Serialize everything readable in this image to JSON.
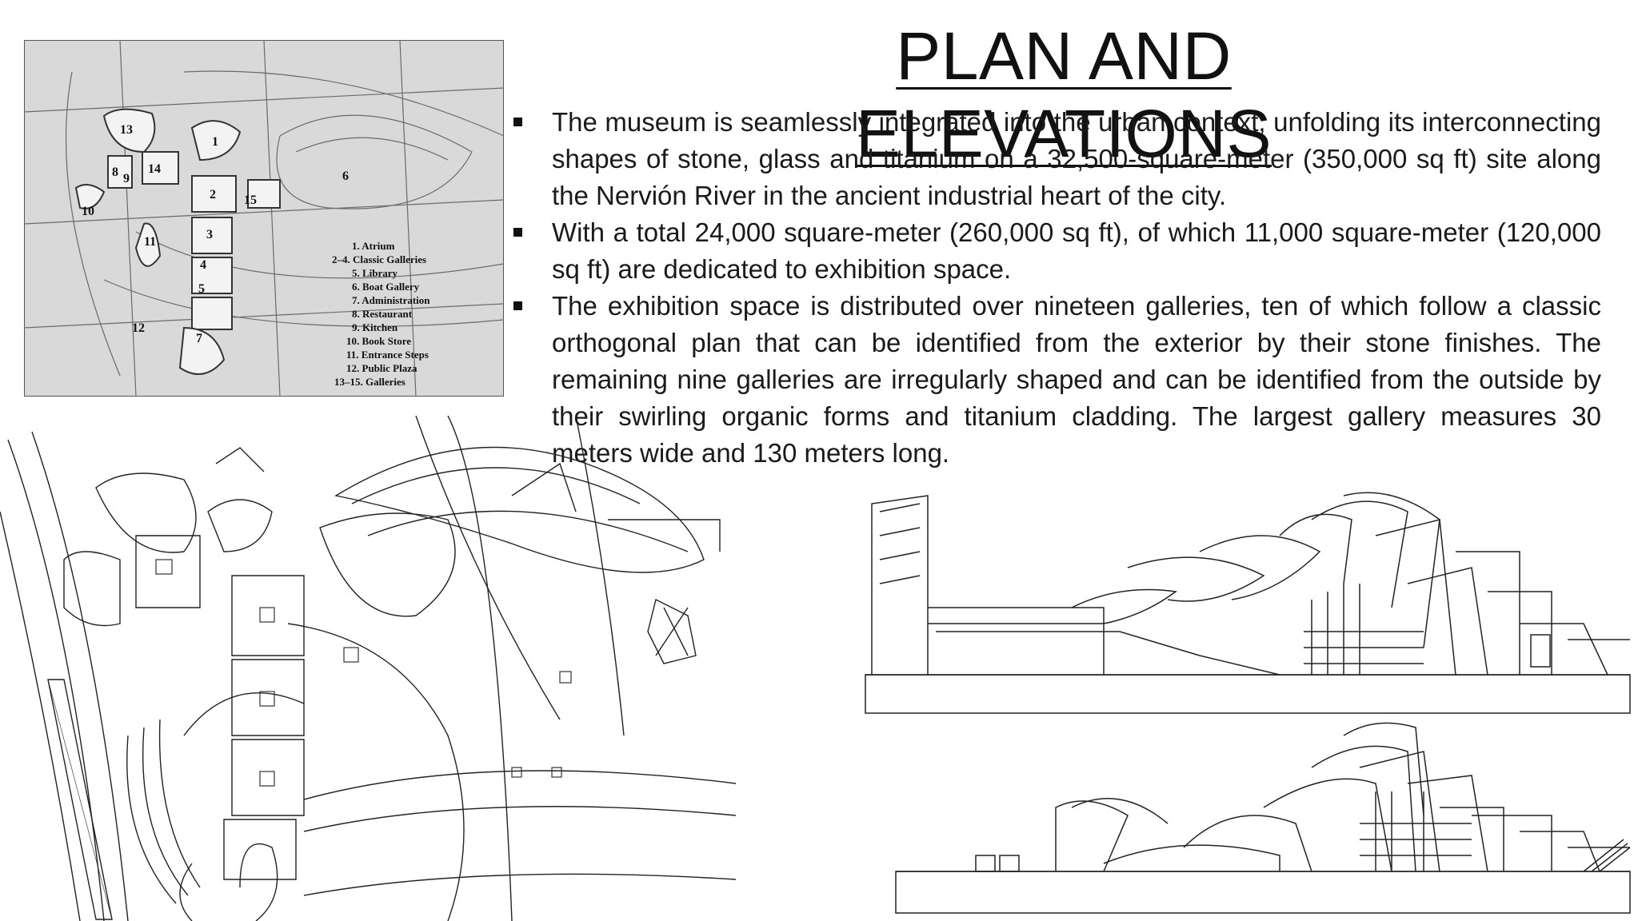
{
  "title": "PLAN AND ELEVATIONS",
  "bullets": [
    "The museum is seamlessly integrated into the urban context, unfolding its interconnecting shapes of stone, glass and titanium on a 32,500-square-meter (350,000 sq ft) site along the Nervión River in the ancient industrial heart of the city.",
    "With a total 24,000 square-meter (260,000 sq ft), of which 11,000 square-meter (120,000 sq ft) are dedicated to exhibition space.",
    "The exhibition space is distributed over nineteen galleries, ten of which follow a classic orthogonal plan that can be identified from the exterior by their stone finishes. The remaining nine galleries are irregularly shaped and can be identified from the outside by their swirling organic forms and titanium cladding. The largest gallery measures 30 meters wide and 130 meters long."
  ],
  "plan_numbers": [
    "13",
    "1",
    "8",
    "9",
    "14",
    "2",
    "15",
    "6",
    "10",
    "11",
    "3",
    "4",
    "5",
    "12",
    "7"
  ],
  "legend": [
    "1. Atrium",
    "2–4. Classic Galleries",
    "5. Library",
    "6. Boat Gallery",
    "7. Administration",
    "8. Restaurant",
    "9. Kitchen",
    "10. Book Store",
    "11. Entrance Steps",
    "12. Public Plaza",
    "13–15. Galleries"
  ]
}
